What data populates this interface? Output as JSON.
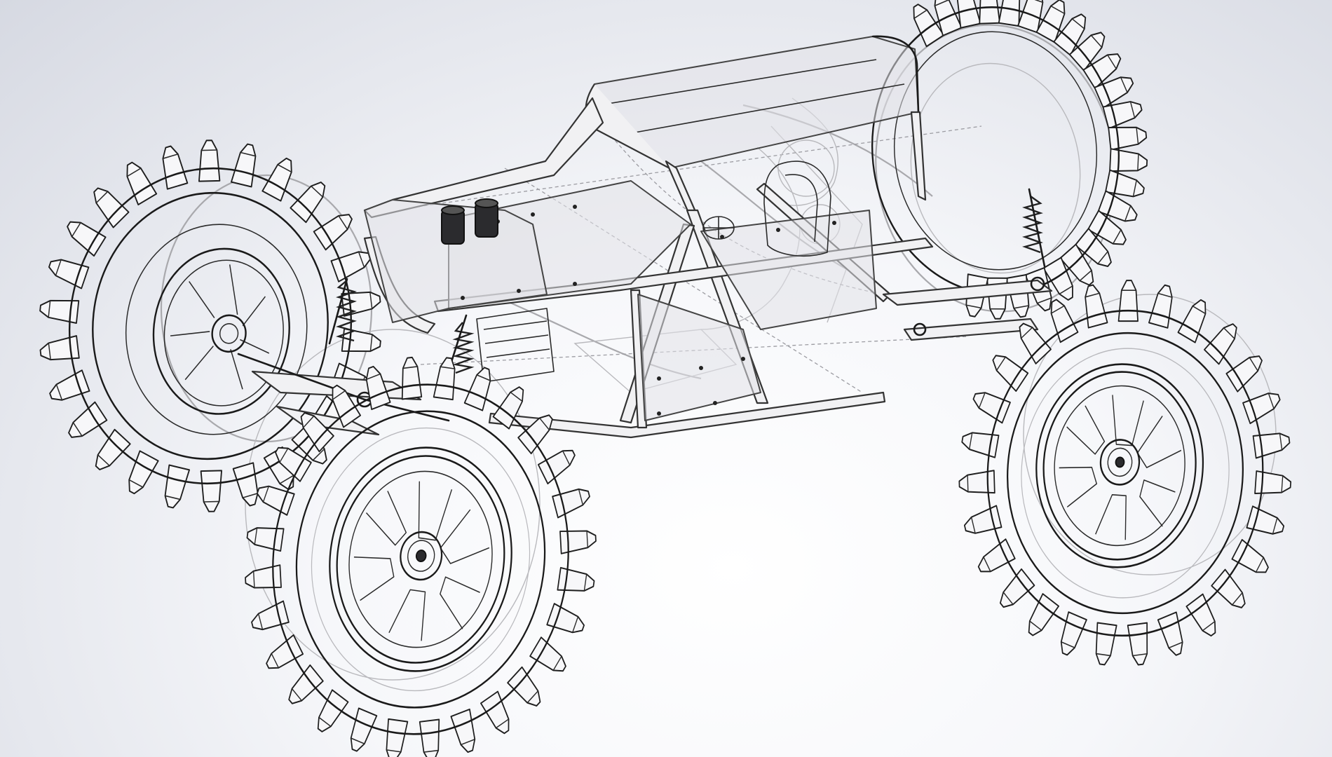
{
  "view": {
    "background_top": "#d6d9e2",
    "background_bottom": "#ffffff",
    "line_color": "#1a1a1a",
    "hidden_line_color": "#a9a9ad"
  },
  "model": {
    "subject": "rock-crawler-buggy-wireframe",
    "wheels": [
      "wheel-rear-left",
      "wheel-rear-right",
      "wheel-front-left",
      "wheel-front-right"
    ]
  }
}
